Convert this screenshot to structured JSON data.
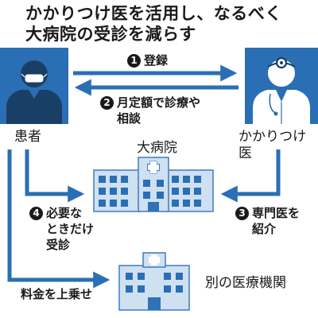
{
  "header": {
    "title_line1": "かかりつけ医を活用し、なるべく",
    "title_line2": "大病院の受診を減らす"
  },
  "nodes": {
    "patient": "患者",
    "doctor": "かかりつけ医",
    "large_hospital": "大病院",
    "other_institution": "別の医療機関"
  },
  "steps": {
    "step1": {
      "num": "1",
      "label": "登録"
    },
    "step2": {
      "num": "2",
      "line1": "月定額で診療や",
      "line2": "相談"
    },
    "step3": {
      "num": "3",
      "line1": "専門医を",
      "line2": "紹介"
    },
    "step4": {
      "num": "4",
      "line1": "必要な",
      "line2": "ときだけ",
      "line3": "受診"
    },
    "surcharge": "料金を上乗せ"
  },
  "colors": {
    "panel_blue": "#2a6fb4",
    "arrow_blue": "#2a6fb4",
    "building_fill": "#cfe0f1",
    "building_stroke": "#3d7cbf",
    "window_blue": "#2a6fb4",
    "door_blue": "#2f72b6",
    "cross_fill": "#ffffff"
  },
  "icons": {
    "patient_icon": "patient-with-mask-icon",
    "doctor_icon": "doctor-with-head-mirror-icon",
    "hospital_icon": "hospital-building-icon"
  }
}
